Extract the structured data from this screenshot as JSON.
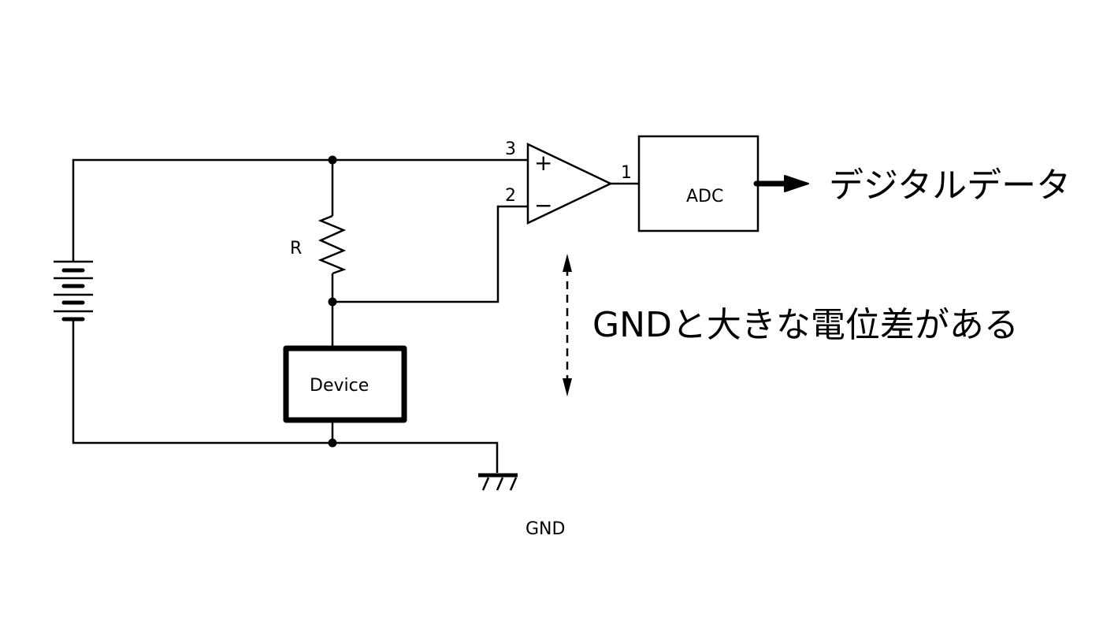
{
  "diagram": {
    "title": "",
    "components": {
      "battery": {
        "label": ""
      },
      "resistor": {
        "label": "R"
      },
      "device": {
        "label": "Device"
      },
      "opamp": {
        "pin_plus": "3",
        "pin_minus": "2",
        "pin_out": "1",
        "plus_symbol": "+",
        "minus_symbol": "−"
      },
      "adc": {
        "label": "ADC"
      },
      "ground": {
        "label": "GND"
      }
    },
    "annotations": {
      "output": "デジタルデータ",
      "potential_difference": "GNDと大きな電位差がある"
    },
    "colors": {
      "line": "#000000",
      "background": "#ffffff"
    }
  }
}
